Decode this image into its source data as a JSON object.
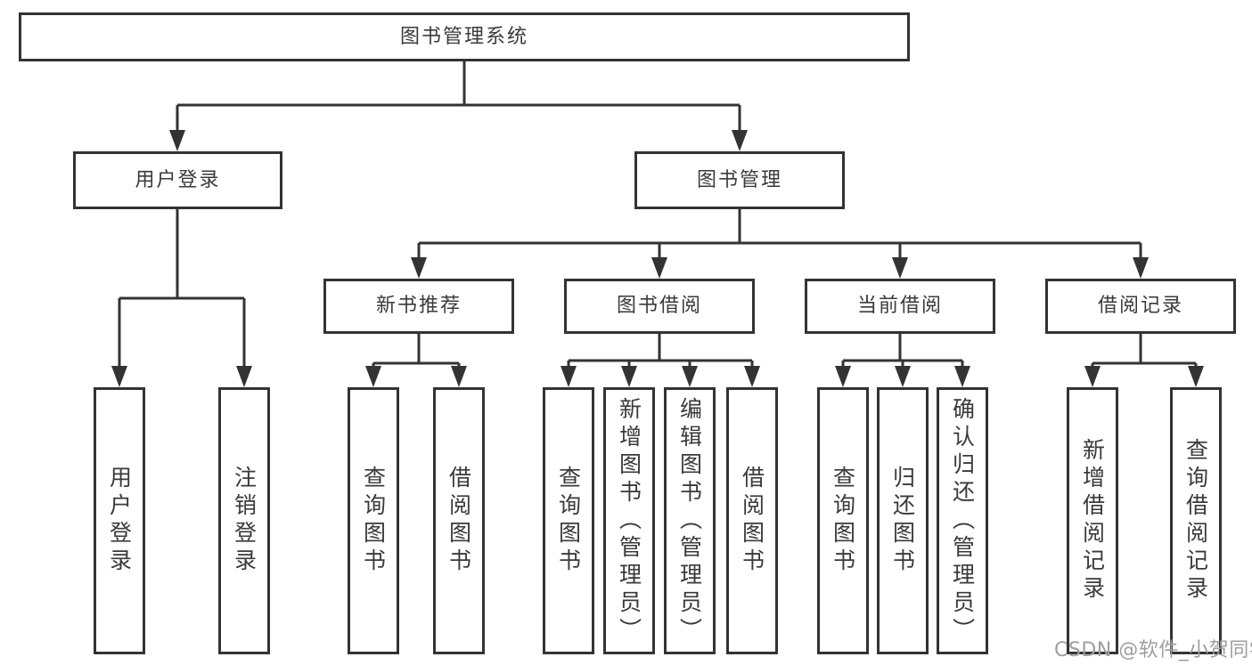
{
  "colors": {
    "line": "#333333",
    "box_border": "#333333",
    "box_background": "#ffffff",
    "text": "#3a3a3a",
    "watermark": "#9e9e9e"
  },
  "tree": {
    "root": "图书管理系统",
    "children": [
      {
        "label": "用户登录",
        "children": [
          {
            "label": "用户登录"
          },
          {
            "label": "注销登录"
          }
        ]
      },
      {
        "label": "图书管理",
        "children": [
          {
            "label": "新书推荐",
            "children": [
              {
                "label": "查询图书"
              },
              {
                "label": "借阅图书"
              }
            ]
          },
          {
            "label": "图书借阅",
            "children": [
              {
                "label": "查询图书"
              },
              {
                "label": "新增图书（管理员）"
              },
              {
                "label": "编辑图书（管理员）"
              },
              {
                "label": "借阅图书"
              }
            ]
          },
          {
            "label": "当前借阅",
            "children": [
              {
                "label": "查询图书"
              },
              {
                "label": "归还图书"
              },
              {
                "label": "确认归还（管理员）"
              }
            ]
          },
          {
            "label": "借阅记录",
            "children": [
              {
                "label": "新增借阅记录"
              },
              {
                "label": "查询借阅记录"
              }
            ]
          }
        ]
      }
    ]
  },
  "watermark": {
    "text": "CSDN @软件_小贺同学"
  }
}
